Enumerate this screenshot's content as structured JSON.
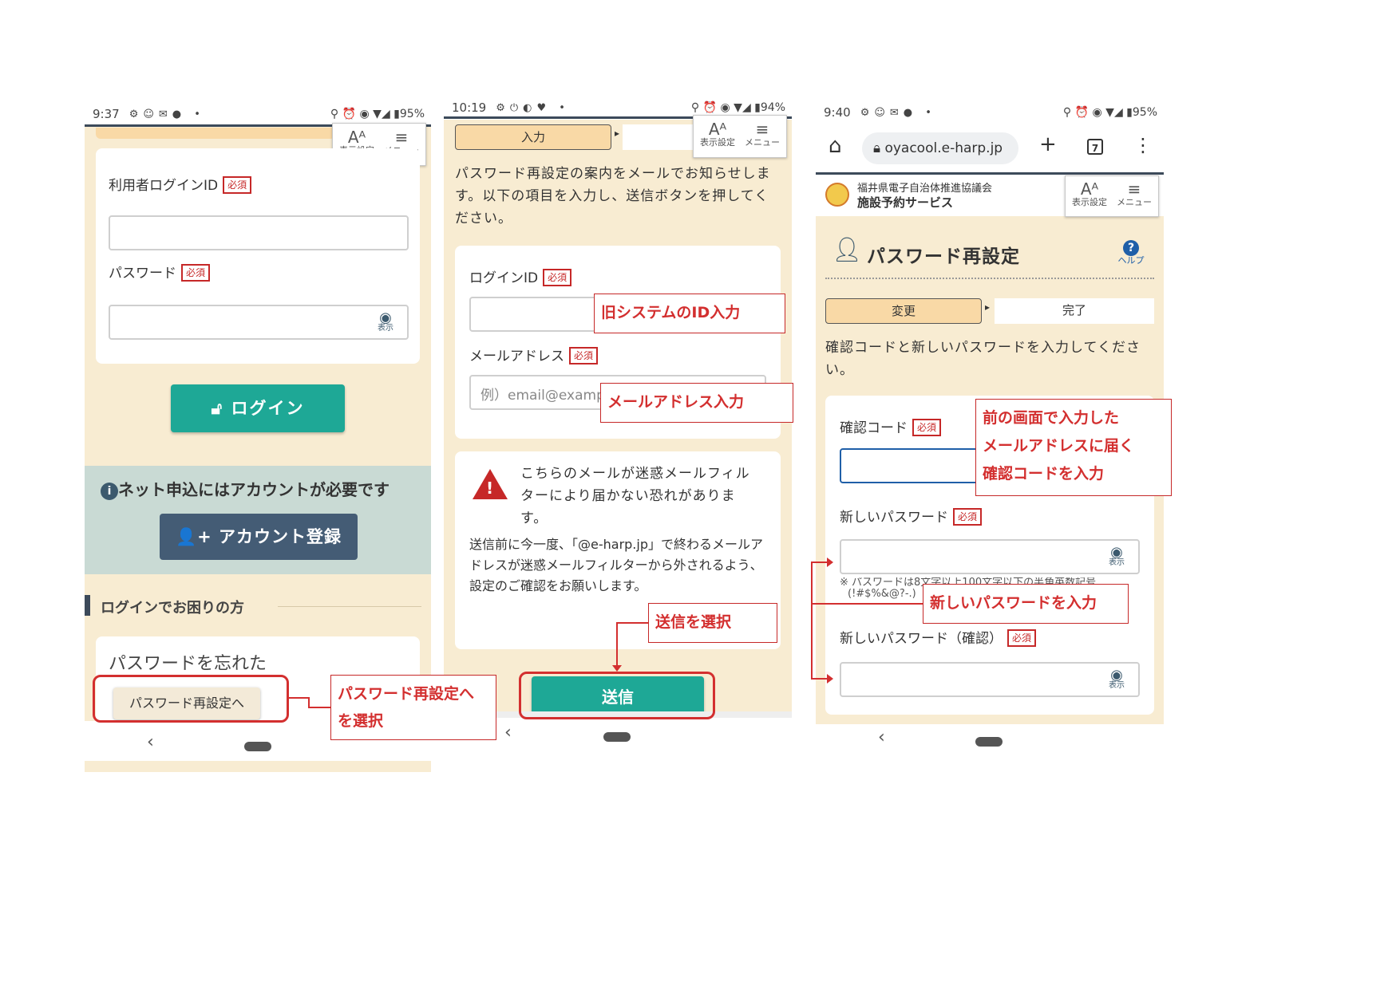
{
  "phone1": {
    "status_time": "9:37",
    "status_battery": "95%",
    "hdr_text_settings": "表示設定",
    "hdr_menu": "メニュー",
    "login_id_label": "利用者ログインID",
    "required": "必須",
    "password_label": "パスワード",
    "show_label": "表示",
    "login_button": "ログイン",
    "account_notice": "ネット申込にはアカウントが必要です",
    "register_button": "アカウント登録",
    "trouble_heading": "ログインでお困りの方",
    "forgot_title": "パスワードを忘れた",
    "reset_button": "パスワード再設定へ"
  },
  "phone2": {
    "status_time": "10:19",
    "status_battery": "94%",
    "step_input": "入力",
    "hdr_text_settings": "表示設定",
    "hdr_menu": "メニュー",
    "intro": "パスワード再設定の案内をメールでお知らせします。以下の項目を入力し、送信ボタンを押してください。",
    "login_id_label": "ログインID",
    "required": "必須",
    "email_label": "メールアドレス",
    "email_placeholder": "例）email@examp",
    "warning_title": "こちらのメールが迷惑メールフィルターにより届かない恐れがあります。",
    "warning_body": "送信前に今一度、「@e-harp.jp」で終わるメールアドレスが迷惑メールフィルターから外されるよう、設定のご確認をお願いします。",
    "send_button": "送信"
  },
  "phone3": {
    "status_time": "9:40",
    "status_battery": "95%",
    "url": "oyacool.e-harp.jp",
    "tab_count": "7",
    "org_name": "福井県電子自治体推進協議会",
    "service_name": "施設予約サービス",
    "hdr_text_settings": "表示設定",
    "hdr_menu": "メニュー",
    "page_title": "パスワード再設定",
    "help_label": "ヘルプ",
    "step_change": "変更",
    "step_done": "完了",
    "intro": "確認コードと新しいパスワードを入力してください。",
    "code_label": "確認コード",
    "required": "必須",
    "new_pw_label": "新しいパスワード",
    "pw_note_line1": "※ パスワードは8文字以上100文字以下の半角英数記号",
    "pw_note_line2": "(!#$%&@?-.)",
    "confirm_pw_label": "新しいパスワード（確認）",
    "show_label": "表示"
  },
  "callouts": {
    "reset_select_line1": "パスワード再設定へ",
    "reset_select_line2": "を選択",
    "old_id": "旧システムのID入力",
    "email_input": "メールアドレス入力",
    "send_select": "送信を選択",
    "code_line1": "前の画面で入力した",
    "code_line2": "メールアドレスに届く",
    "code_line3": "確認コードを入力",
    "new_pw": "新しいパスワードを入力"
  },
  "colors": {
    "background": "#f8ecd2",
    "accent_green": "#1ea896",
    "required_red": "#c62828",
    "annotation_red": "#d32f2f",
    "register_button": "#445c75",
    "notice_band": "#c9dad4",
    "step_active": "#f9d9a6"
  }
}
